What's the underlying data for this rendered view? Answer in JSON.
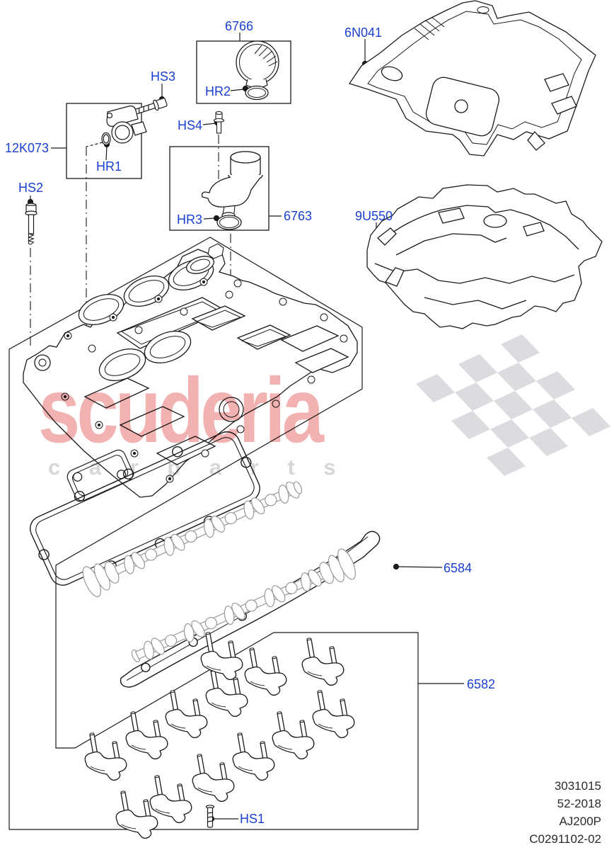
{
  "callouts": {
    "c6766": "6766",
    "c6N041": "6N041",
    "cHS3": "HS3",
    "cHR2": "HR2",
    "cHS4": "HS4",
    "c12K073": "12K073",
    "cHR1": "HR1",
    "cHS2": "HS2",
    "cHR3": "HR3",
    "c6763": "6763",
    "c9U550": "9U550",
    "c6584": "6584",
    "c6582": "6582",
    "cHS1": "HS1"
  },
  "footer": {
    "line1": "3031015",
    "line2": "52-2018",
    "line3": "AJ200P",
    "line4": "C0291102-02"
  },
  "watermark": {
    "brand": "scuderia",
    "subtext": "c a r p a r t s",
    "brand_color": "#f2b2b2",
    "subtext_color": "#d7d7d7",
    "flag_color": "#dcdce0"
  },
  "style": {
    "label_color": "#1c40d1",
    "line_color": "#1a1a1a"
  }
}
